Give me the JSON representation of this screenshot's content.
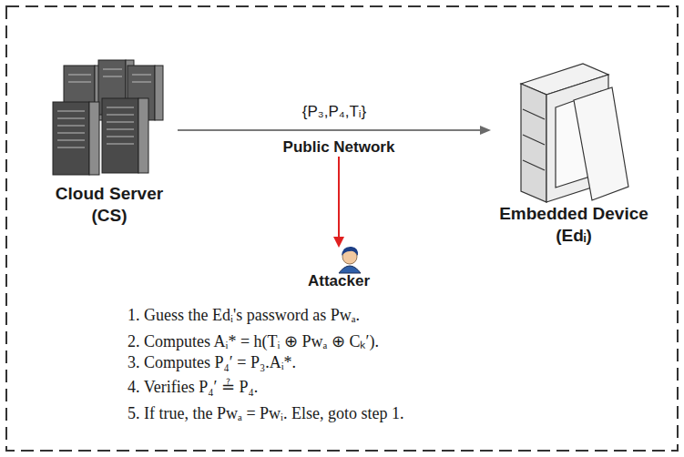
{
  "diagram": {
    "nodes": [
      {
        "text": [
          "Cloud Server (CS)"
        ]
      },
      {
        "text": [
          "Embedded Device (Edᵢ)"
        ]
      },
      {
        "text": [
          "Attacker"
        ]
      }
    ],
    "edges": [
      {
        "from": 0,
        "to": 1,
        "arrow": "to",
        "label": "{P₃,P₄,Tᵢ}"
      }
    ],
    "labels": [
      "Public Network",
      "1. Guess the Edᵢ's password as Pwₐ.",
      "2. Computes Aᵢ* = h(Tᵢ ⊕ Pwₐ ⊕ Cₖ′).",
      "3. Computes P₄′ = P₃.Aᵢ*.",
      "4. Verifies P₄′ ≟ P₄.",
      "5. If true, the Pwₐ = Pwᵢ. Else, goto step 1."
    ]
  }
}
